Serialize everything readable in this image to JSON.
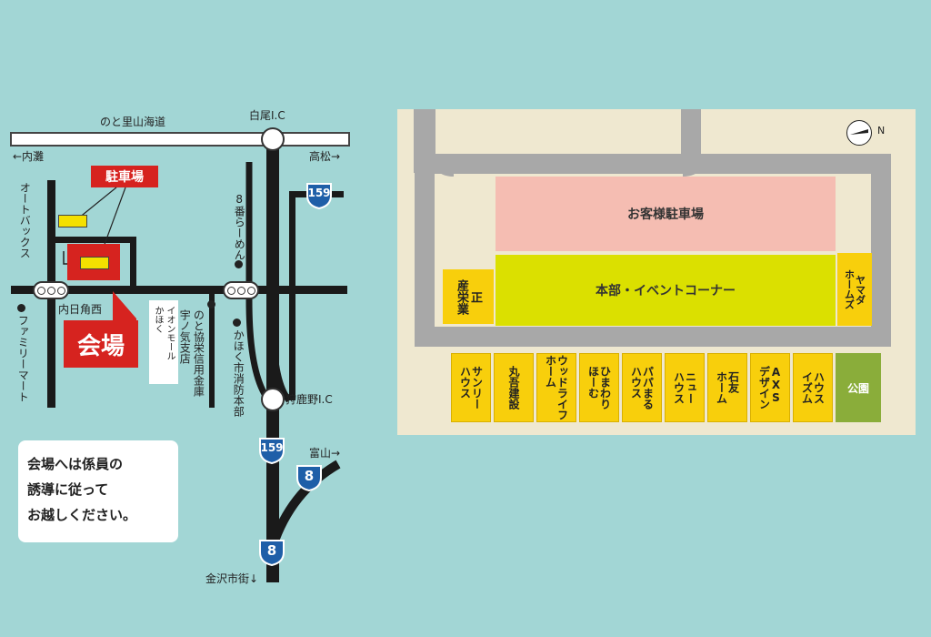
{
  "left_map": {
    "roads": {
      "top_road": "のと里山海道",
      "west": "←内灘",
      "east": "高松→",
      "toyama": "富山→",
      "kanazawa": "金沢市街↓"
    },
    "interchanges": [
      "白尾I.C",
      "狩鹿野I.C"
    ],
    "route_shields": [
      "159",
      "159",
      "8",
      "8"
    ],
    "intersection": "内日角西",
    "parking_label": "駐車場",
    "venue_label": "会場",
    "landmarks": {
      "auto_backs": "オートバックス",
      "family_mart": "ファミリーマート",
      "aeon_mall": [
        "イオンモール",
        "かほく"
      ],
      "ramen": "8番らーめん",
      "bank": [
        "のと協栄信用金庫",
        "宇ノ気支店"
      ],
      "fire_dept": "かほく市消防本部"
    },
    "notice": [
      "会場へは係員の",
      "誘導に従って",
      "お越しください。"
    ]
  },
  "right_map": {
    "compass_label": "N",
    "customer_parking": "お客様駐車場",
    "event_area": "本部・イベントコーナー",
    "booths": {
      "sanei": [
        "正",
        "産栄業"
      ],
      "yamada": [
        "ヤマダ",
        "ホームズ"
      ],
      "row": [
        {
          "cols": [
            "サンリー",
            "ハウス"
          ]
        },
        {
          "cols": [
            "丸吾建設"
          ]
        },
        {
          "cols": [
            "ウッドライフ",
            "ホーム"
          ]
        },
        {
          "cols": [
            "ひまわり",
            "ほーむ"
          ]
        },
        {
          "cols": [
            "パパまる",
            "ハウス"
          ]
        },
        {
          "cols": [
            "ニュー",
            "ハウス"
          ]
        },
        {
          "cols": [
            "石友",
            "ホーム"
          ]
        },
        {
          "cols": [
            "AXS",
            "デザイン"
          ]
        },
        {
          "cols": [
            "ハウス",
            "イズム"
          ]
        }
      ],
      "park": "公園"
    }
  }
}
